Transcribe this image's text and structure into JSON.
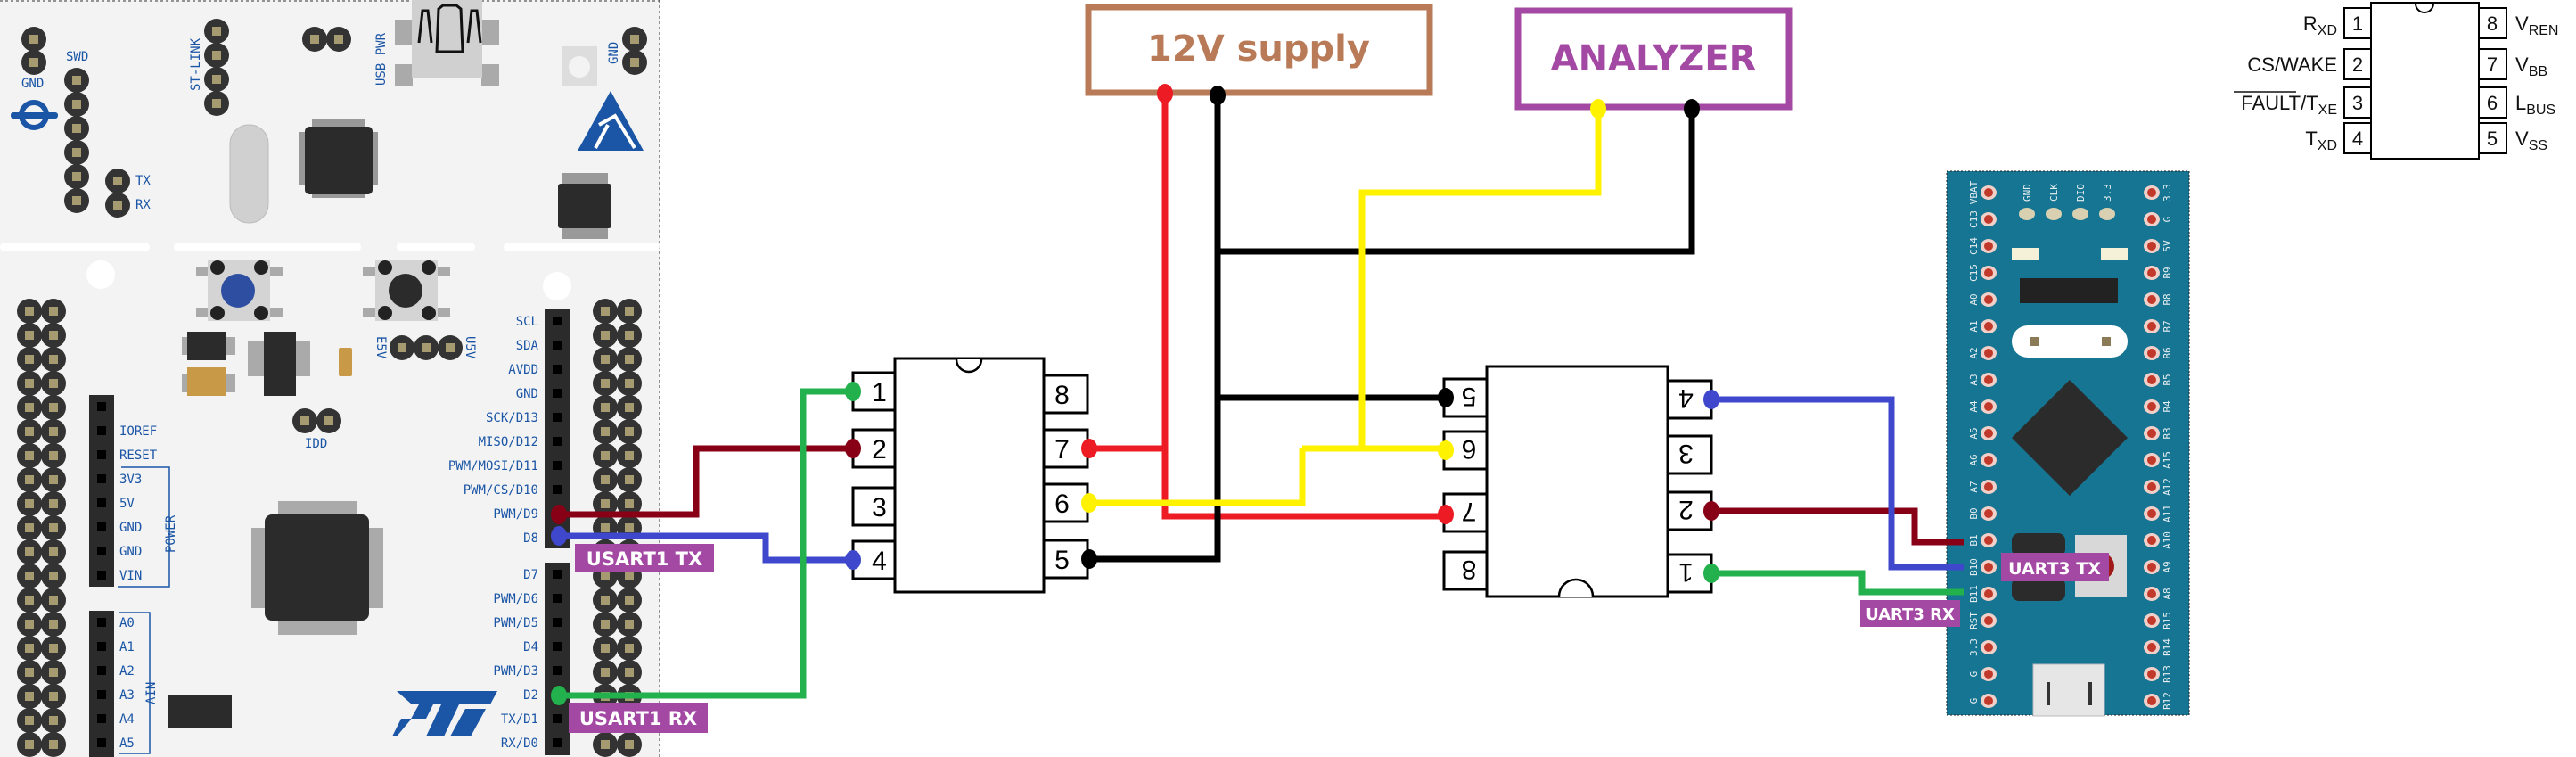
{
  "colors": {
    "red": "#ed1c24",
    "black": "#000000",
    "yellow": "#fff200",
    "dark_red": "#880015",
    "blue": "#3f48cc",
    "green": "#22b14c",
    "supply_border": "#b97a57",
    "analyzer_border": "#a349a4",
    "tag_bg": "#a349a4",
    "board_label": "#1a55a6",
    "bluepill": "#157593"
  },
  "nucleo": {
    "right_header_upper": [
      "SCL",
      "SDA",
      "AVDD",
      "GND",
      "SCK/D13",
      "MISO/D12",
      "PWM/MOSI/D11",
      "PWM/CS/D10",
      "PWM/D9",
      "D8"
    ],
    "right_header_lower": [
      "D7",
      "PWM/D6",
      "PWM/D5",
      "D4",
      "PWM/D3",
      "D2",
      "TX/D1",
      "RX/D0"
    ],
    "power_header": [
      "IOREF",
      "RESET",
      "3V3",
      "5V",
      "GND",
      "GND",
      "VIN"
    ],
    "power_label": "POWER",
    "analog_header": [
      "A0",
      "A1",
      "A2",
      "A3",
      "A4",
      "A5"
    ],
    "analog_label": "AIN",
    "labels": {
      "gnd_left": "GND",
      "swd": "SWD",
      "tx": "TX",
      "rx": "RX",
      "st_link": "ST-LINK",
      "usb_pwr": "USB PWR",
      "gnd_right": "GND",
      "e5v": "E5V",
      "u5v": "U5V",
      "idd": "IDD"
    },
    "logo": "ST"
  },
  "supply": {
    "label": "12V supply"
  },
  "analyzer": {
    "label": "ANALYZER"
  },
  "tags": {
    "usart1_tx": "USART1 TX",
    "usart1_rx": "USART1 RX",
    "uart3_tx": "UART3 TX",
    "uart3_rx": "UART3 RX"
  },
  "transceiver_1": {
    "left_pins": [
      "1",
      "2",
      "3",
      "4"
    ],
    "right_pins": [
      "8",
      "7",
      "6",
      "5"
    ]
  },
  "transceiver_2": {
    "left_pins": [
      "5",
      "6",
      "7",
      "8"
    ],
    "right_pins": [
      "4",
      "3",
      "2",
      "1"
    ]
  },
  "bluepill": {
    "left_pins": [
      "VBAT",
      "C13",
      "C14",
      "C15",
      "A0",
      "A1",
      "A2",
      "A3",
      "A4",
      "A5",
      "A6",
      "A7",
      "B0",
      "B1",
      "B10",
      "B11",
      "RST",
      "3.3",
      "G",
      "G"
    ],
    "right_pins": [
      "3.3",
      "G",
      "5V",
      "B9",
      "B8",
      "B7",
      "B6",
      "B5",
      "B4",
      "B3",
      "A15",
      "A12",
      "A11",
      "A10",
      "A9",
      "A8",
      "B15",
      "B14",
      "B13",
      "B12"
    ],
    "top_pins": [
      "GND",
      "CLK",
      "DIO",
      "3.3"
    ]
  },
  "pinout": {
    "left": [
      {
        "num": "1",
        "main": "R",
        "sub": "XD",
        "overline": ""
      },
      {
        "num": "2",
        "main": "CS/WAKE",
        "sub": "",
        "overline": ""
      },
      {
        "num": "3",
        "main": "/T",
        "sub": "XE",
        "overline": "FAULT"
      },
      {
        "num": "4",
        "main": "T",
        "sub": "XD",
        "overline": ""
      }
    ],
    "right": [
      {
        "num": "8",
        "main": "V",
        "sub": "REN"
      },
      {
        "num": "7",
        "main": "V",
        "sub": "BB"
      },
      {
        "num": "6",
        "main": "L",
        "sub": "BUS"
      },
      {
        "num": "5",
        "main": "V",
        "sub": "SS"
      }
    ]
  }
}
